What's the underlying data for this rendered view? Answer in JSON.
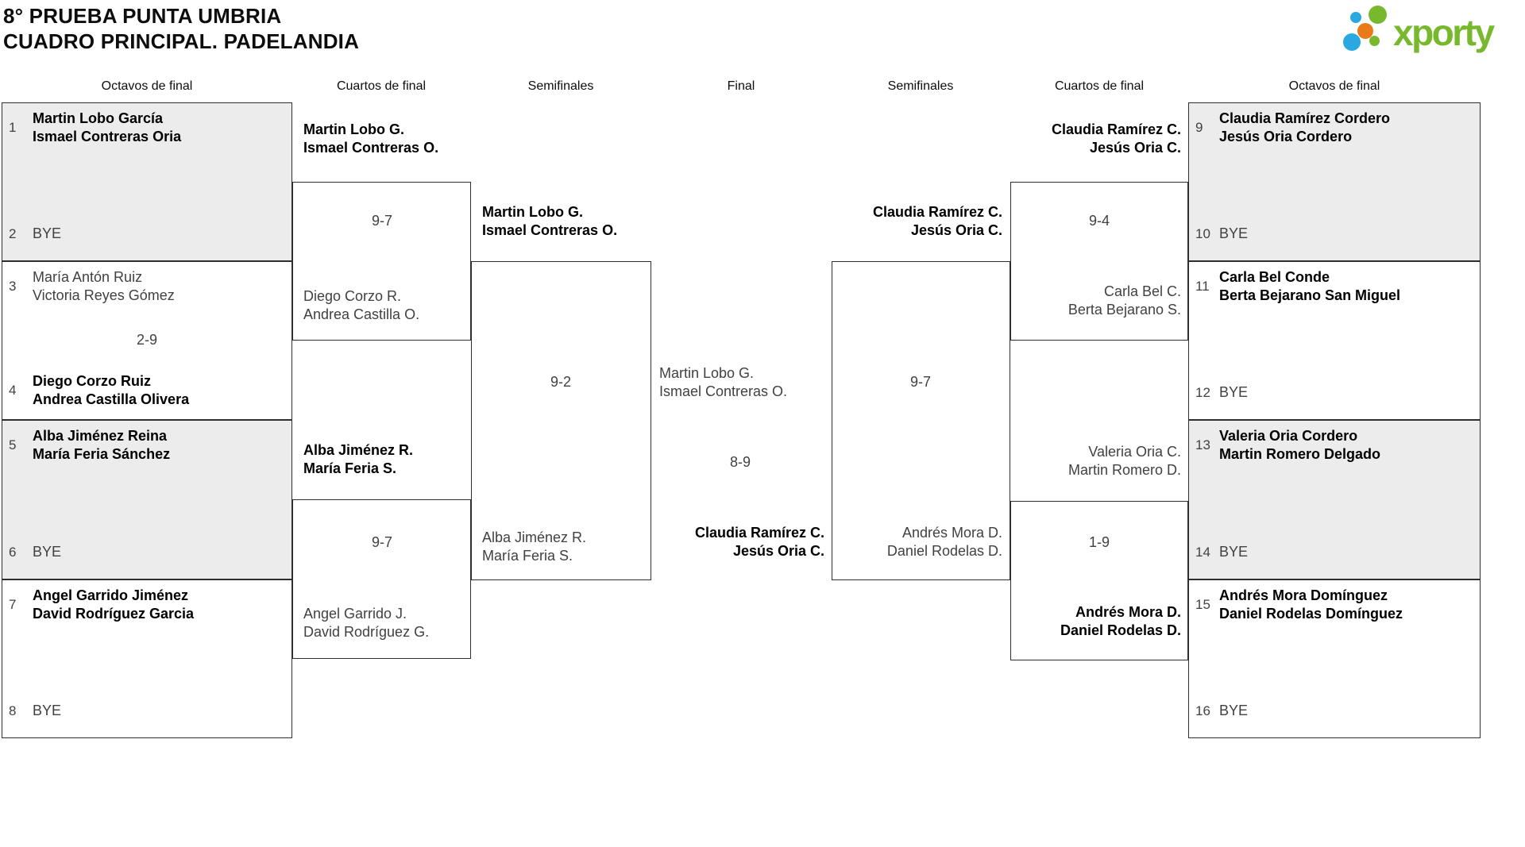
{
  "title": {
    "line1": "8° PRUEBA PUNTA UMBRIA",
    "line2": "CUADRO PRINCIPAL. PADELANDIA"
  },
  "logo": {
    "text": "xporty",
    "colors": {
      "green": "#77b82d",
      "blue": "#2aa8e0",
      "orange": "#e87b17"
    }
  },
  "colors": {
    "shaded_box": "#ececec",
    "border": "#2e2e2e",
    "winner_text": "#000000",
    "regular_text": "#414141"
  },
  "round_headers": {
    "left_octavos": "Octavos de final",
    "left_cuartos": "Cuartos de final",
    "left_semis": "Semifinales",
    "final": "Final",
    "right_semis": "Semifinales",
    "right_cuartos": "Cuartos de final",
    "right_octavos": "Octavos de final"
  },
  "seed_boxes": [
    {
      "score": "",
      "top": {
        "num": "1",
        "n1": "Martin Lobo García",
        "n2": "Ismael Contreras Oria",
        "win": true
      },
      "bottom": {
        "num": "2",
        "n1": "BYE",
        "win": false
      }
    },
    {
      "score": "2-9",
      "top": {
        "num": "3",
        "n1": "María Antón Ruiz",
        "n2": "Victoria Reyes Gómez",
        "win": false
      },
      "bottom": {
        "num": "4",
        "n1": "Diego Corzo Ruiz",
        "n2": "Andrea Castilla Olivera",
        "win": true
      }
    },
    {
      "score": "",
      "top": {
        "num": "5",
        "n1": "Alba Jiménez Reina",
        "n2": "María Feria Sánchez",
        "win": true
      },
      "bottom": {
        "num": "6",
        "n1": "BYE",
        "win": false
      }
    },
    {
      "score": "",
      "top": {
        "num": "7",
        "n1": "Angel Garrido Jiménez",
        "n2": "David Rodríguez Garcia",
        "win": true
      },
      "bottom": {
        "num": "8",
        "n1": "BYE",
        "win": false
      }
    },
    {
      "score": "",
      "top": {
        "num": "9",
        "n1": "Claudia Ramírez Cordero",
        "n2": "Jesús Oria Cordero",
        "win": true
      },
      "bottom": {
        "num": "10",
        "n1": "BYE",
        "win": false
      }
    },
    {
      "score": "",
      "top": {
        "num": "11",
        "n1": "Carla Bel Conde",
        "n2": "Berta Bejarano San Miguel",
        "win": true
      },
      "bottom": {
        "num": "12",
        "n1": "BYE",
        "win": false
      }
    },
    {
      "score": "",
      "top": {
        "num": "13",
        "n1": "Valeria Oria Cordero",
        "n2": "Martin Romero Delgado",
        "win": true
      },
      "bottom": {
        "num": "14",
        "n1": "BYE",
        "win": false
      }
    },
    {
      "score": "",
      "top": {
        "num": "15",
        "n1": "Andrés Mora Domínguez",
        "n2": "Daniel Rodelas Domínguez",
        "win": true
      },
      "bottom": {
        "num": "16",
        "n1": "BYE",
        "win": false
      }
    }
  ],
  "matches": {
    "qf1": {
      "score": "9-7",
      "top": {
        "n1": "Martin Lobo G.",
        "n2": "Ismael Contreras O.",
        "win": true
      },
      "bottom": {
        "n1": "Diego Corzo R.",
        "n2": "Andrea Castilla O.",
        "win": false
      }
    },
    "qf2": {
      "score": "9-7",
      "top": {
        "n1": "Alba Jiménez R.",
        "n2": "María Feria S.",
        "win": true
      },
      "bottom": {
        "n1": "Angel Garrido J.",
        "n2": "David Rodríguez G.",
        "win": false
      }
    },
    "sf1": {
      "score": "9-2",
      "top": {
        "n1": "Martin Lobo G.",
        "n2": "Ismael Contreras O.",
        "win": true
      },
      "bottom": {
        "n1": "Alba Jiménez R.",
        "n2": "María Feria S.",
        "win": false
      }
    },
    "final": {
      "score": "8-9",
      "top": {
        "n1": "Martin Lobo G.",
        "n2": "Ismael Contreras O.",
        "win": false
      },
      "bottom": {
        "n1": "Claudia Ramírez C.",
        "n2": "Jesús Oria C.",
        "win": true
      }
    },
    "sf2": {
      "score": "9-7",
      "top": {
        "n1": "Claudia Ramírez C.",
        "n2": "Jesús Oria C.",
        "win": true
      },
      "bottom": {
        "n1": "Andrés Mora D.",
        "n2": "Daniel Rodelas D.",
        "win": false
      }
    },
    "qf3": {
      "score": "9-4",
      "top": {
        "n1": "Claudia Ramírez C.",
        "n2": "Jesús Oria C.",
        "win": true
      },
      "bottom": {
        "n1": "Carla Bel C.",
        "n2": "Berta Bejarano S.",
        "win": false
      }
    },
    "qf4": {
      "score": "1-9",
      "top": {
        "n1": "Valeria Oria C.",
        "n2": "Martin Romero D.",
        "win": false
      },
      "bottom": {
        "n1": "Andrés Mora D.",
        "n2": "Daniel Rodelas D.",
        "win": true
      }
    }
  }
}
